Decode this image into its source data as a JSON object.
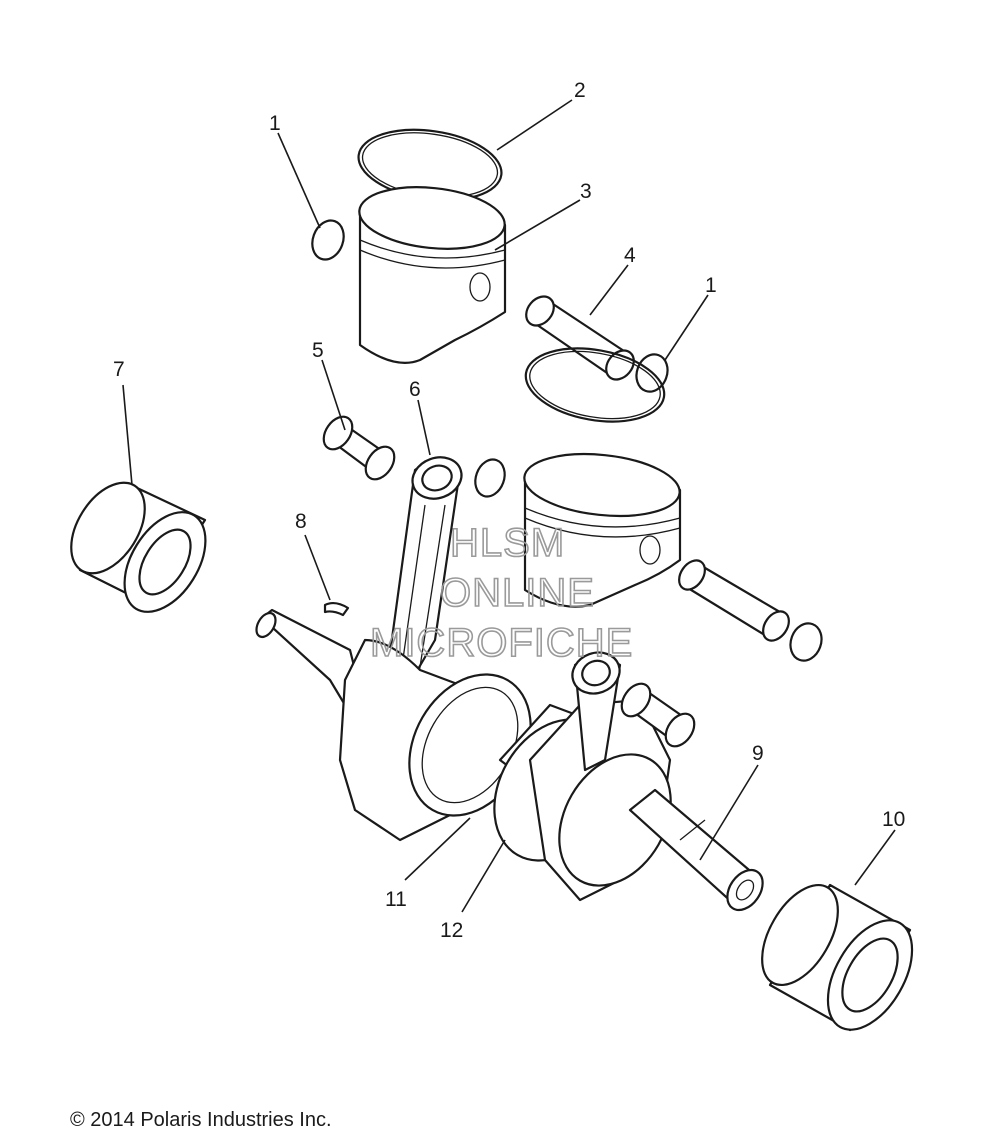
{
  "callouts": {
    "c1a": "1",
    "c2": "2",
    "c3": "3",
    "c4": "4",
    "c1b": "1",
    "c5": "5",
    "c6": "6",
    "c7": "7",
    "c8": "8",
    "c9": "9",
    "c10": "10",
    "c11": "11",
    "c12": "12"
  },
  "watermark": {
    "line1": "HLSM",
    "line2": "ONLINE",
    "line3": "MICROFICHE"
  },
  "copyright": "© 2014 Polaris Industries Inc."
}
